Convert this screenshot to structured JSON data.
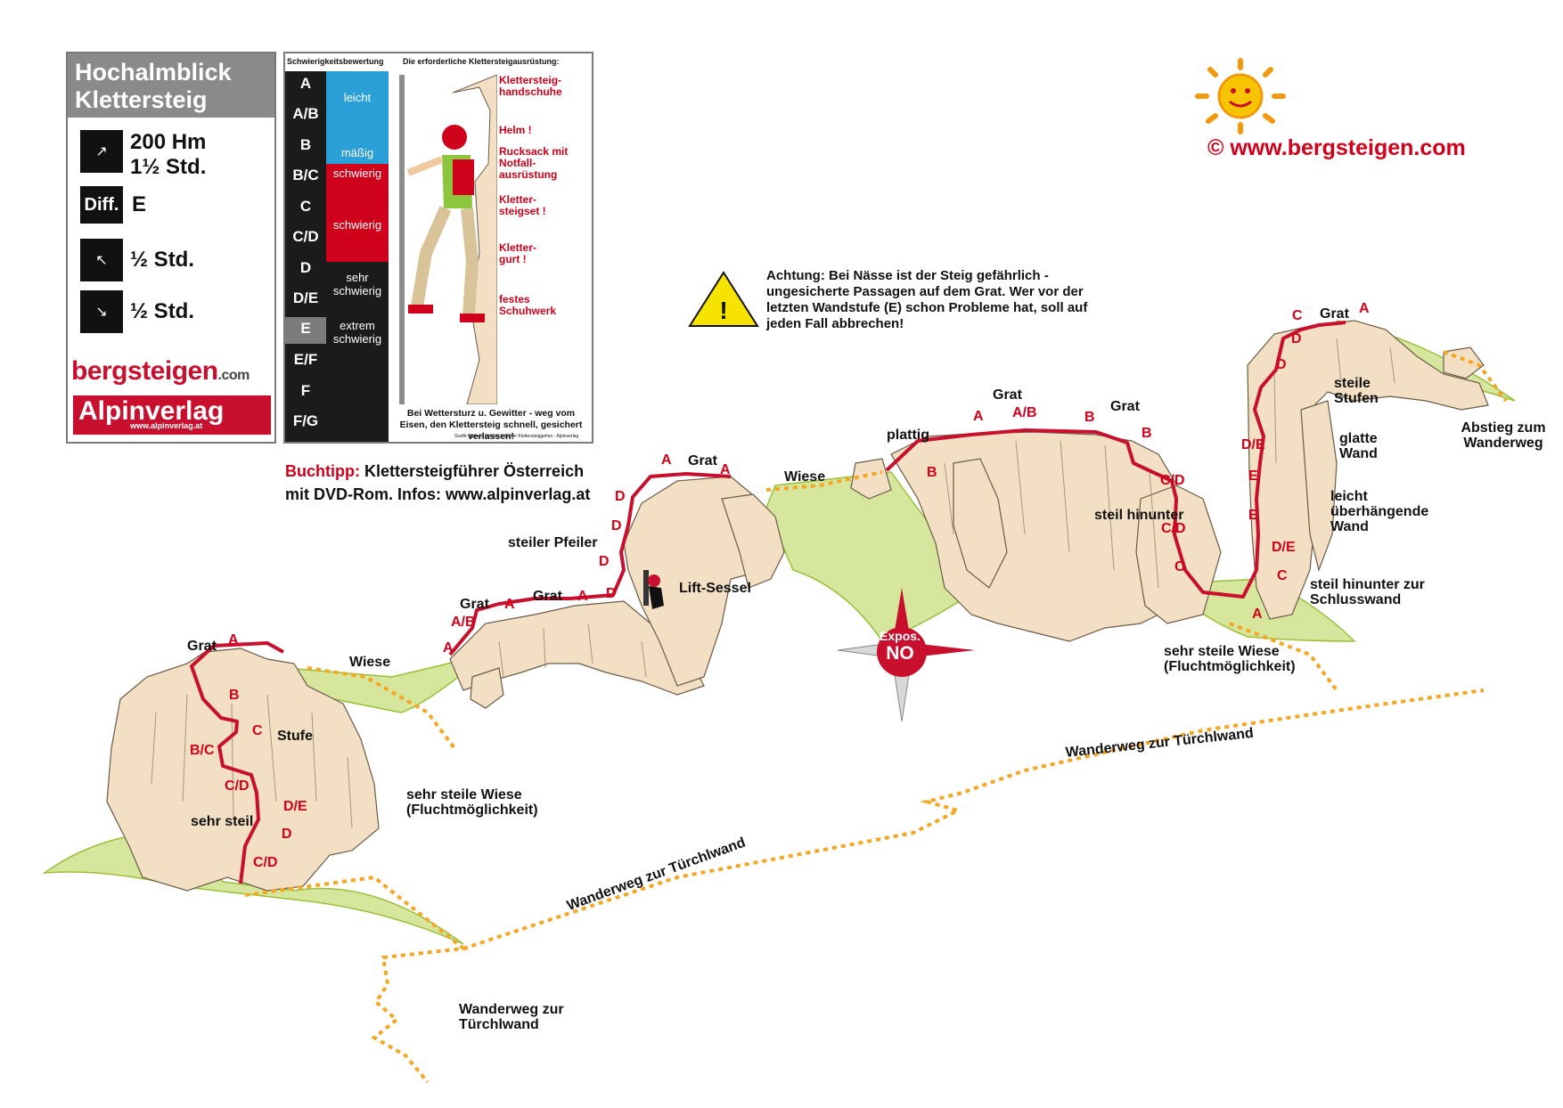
{
  "info_card": {
    "title_line1": "Hochalmblick",
    "title_line2": "Klettersteig",
    "height_meters": "200 Hm",
    "climb_time": "1½ Std.",
    "difficulty_label": "Diff.",
    "difficulty": "E",
    "approach_time": "½ Std.",
    "descent_time": "½ Std.",
    "brand": "bergsteigen",
    "brand_suffix": ".com",
    "publisher": "Alpinverlag",
    "publisher_url": "www.alpinverlag.at"
  },
  "equipment_panel": {
    "header_rating": "Schwierigkeitsbewertung",
    "header_equipment": "Die erforderliche Klettersteigausrüstung:",
    "grades": [
      "A",
      "A/B",
      "B",
      "B/C",
      "C",
      "C/D",
      "D",
      "D/E",
      "E",
      "E/F",
      "F",
      "F/G"
    ],
    "levels": {
      "leicht": "leicht",
      "maessig": "mäßig",
      "schwierig1": "schwierig",
      "schwierig2": "schwierig",
      "sehr_schwierig": "sehr schwierig",
      "extrem_schwierig": "extrem schwierig"
    },
    "equipment": {
      "gloves": "Klettersteig-handschuhe",
      "helmet": "Helm !",
      "backpack": "Rucksack mit Notfall-ausrüstung",
      "set": "Kletter-steigset !",
      "harness": "Kletter-gurt !",
      "shoes": "festes Schuhwerk"
    },
    "footer_warning": "Bei Wettersturz u. Gewitter - weg vom Eisen, den Klettersteig schnell, gesichert verlassen!",
    "credit": "Grafik: Alpines Lehrbuch Sicher Klettersteiggehen - Alpinverlag"
  },
  "book_tip": {
    "prefix": "Buchtipp:",
    "line1": "Klettersteigführer Österreich",
    "line2": "mit DVD-Rom. Infos: www.alpinverlag.at"
  },
  "copyright": "©  www.bergsteigen.com",
  "warning": "Achtung: Bei Nässe ist der Steig gefährlich - ungesicherte Passagen auf dem Grat. Wer vor der letzten Wandstufe (E) schon Probleme hat, soll auf jeden Fall abbrechen!",
  "compass": {
    "label": "Expos.",
    "direction": "NO"
  },
  "colors": {
    "route": "#c8102e",
    "trail": "#f5a623",
    "meadow": "#cde08c",
    "rock": "#f1dcc0",
    "grade": "#d0021b"
  },
  "topo": {
    "labels": {
      "grat_1": "Grat",
      "wiese_1": "Wiese",
      "stufe": "Stufe",
      "sehr_steil": "sehr steil",
      "wiese_flucht_1": "sehr steile Wiese (Fluchtmöglichkeit)",
      "grat_2": "Grat",
      "grat_3": "Grat",
      "steiler_pfeiler": "steiler Pfeiler",
      "lift_sessel": "Lift-Sessel",
      "grat_4": "Grat",
      "wiese_2": "Wiese",
      "plattig": "plattig",
      "grat_5": "Grat",
      "grat_6": "Grat",
      "steil_hinunter": "steil hinunter",
      "wiese_flucht_2": "sehr steile Wiese (Fluchtmöglichkeit)",
      "grat_7": "Grat",
      "steile_stufen": "steile Stufen",
      "glatte_wand": "glatte Wand",
      "ueberhaengend": "leicht überhängende Wand",
      "schlusswand": "steil hinunter zur Schlusswand",
      "abstieg": "Abstieg zum Wanderweg",
      "wanderweg_1": "Wanderweg zur Türchlwand",
      "wanderweg_2": "Wanderweg zur Türchlwand",
      "wanderweg_3": "Wanderweg zur Türchlwand"
    },
    "grades": [
      "A",
      "B",
      "C",
      "B/C",
      "C/D",
      "D/E",
      "D",
      "C/D",
      "A",
      "A/B",
      "A",
      "A",
      "D",
      "D",
      "D",
      "D",
      "A",
      "A",
      "B",
      "A",
      "A/B",
      "B",
      "B",
      "C/D",
      "C/D",
      "C",
      "A",
      "C",
      "D",
      "D",
      "D/E",
      "E",
      "E",
      "D/E",
      "C",
      "A"
    ]
  }
}
